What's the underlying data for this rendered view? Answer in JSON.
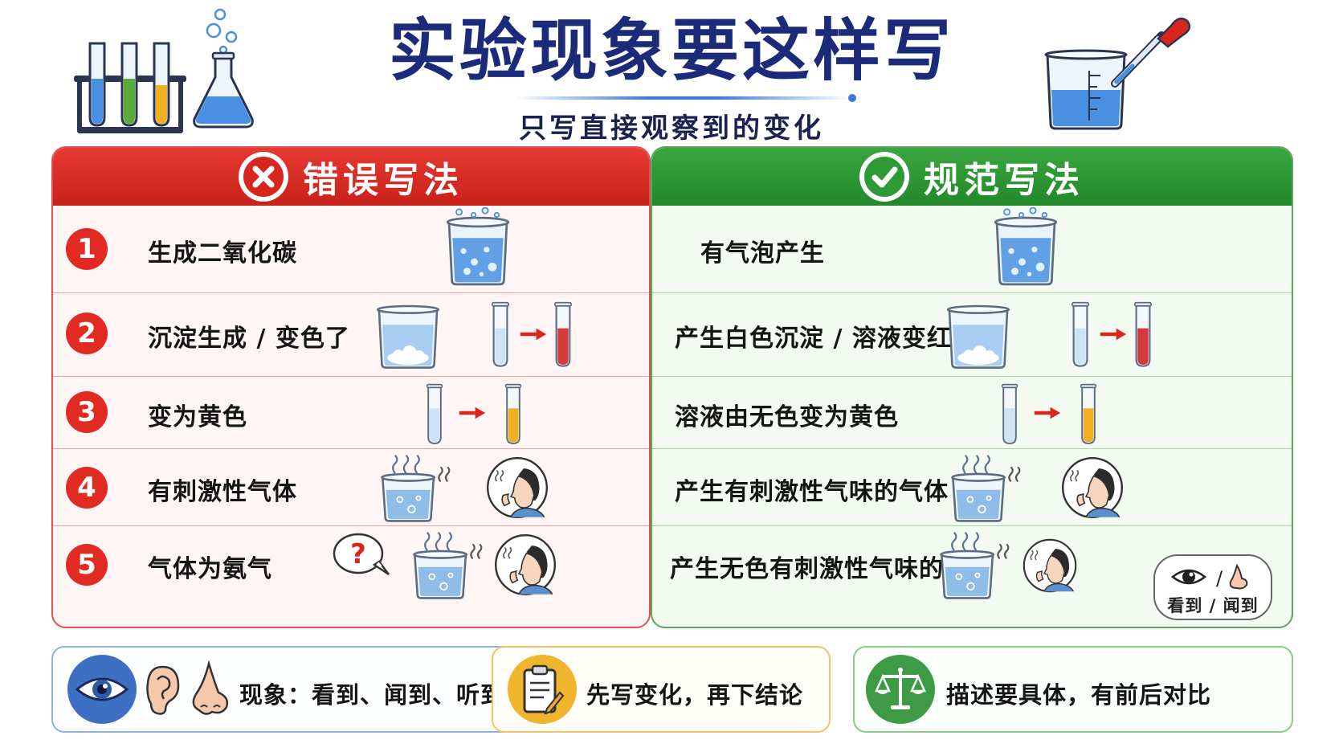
{
  "title": "实验现象要这样写",
  "subtitle": "只写直接观察到的变化",
  "wrong_panel": {
    "header": "错误写法",
    "rows": [
      {
        "num": "1",
        "text": "生成二氧化碳"
      },
      {
        "num": "2",
        "text": "沉淀生成 / 变色了"
      },
      {
        "num": "3",
        "text": "变为黄色"
      },
      {
        "num": "4",
        "text": "有刺激性气体"
      },
      {
        "num": "5",
        "text": "气体为氨气"
      }
    ],
    "question_mark": "?"
  },
  "right_panel": {
    "header": "规范写法",
    "rows": [
      {
        "text": "有气泡产生"
      },
      {
        "text": "产生白色沉淀 / 溶液变红色"
      },
      {
        "text": "溶液由无色变为黄色"
      },
      {
        "text": "产生有刺激性气味的气体"
      },
      {
        "text": "产生无色有刺激性气味的气体"
      }
    ],
    "bubble_slash": "/",
    "bubble_label": "看到 / 闻到"
  },
  "tips": [
    {
      "text": "现象：看到、闻到、听到"
    },
    {
      "text": "先写变化，再下结论"
    },
    {
      "text": "描述要具体，有前后对比"
    }
  ],
  "colors": {
    "title": "#1b2b7a",
    "wrong": "#d9261f",
    "right": "#2e9a35",
    "liquid_blue": "#4a90e2",
    "liquid_red": "#d43a3a",
    "liquid_yellow": "#f0b020",
    "liquid_green": "#5aab3a"
  },
  "icons": [
    "test-tube-rack-icon",
    "flask-icon",
    "beaker-dropper-icon",
    "x-circle-icon",
    "check-circle-icon",
    "beaker-bubbles-icon",
    "beaker-precipitate-icon",
    "test-tube-icon",
    "arrow-right-icon",
    "steaming-beaker-icon",
    "smelling-person-icon",
    "question-bubble-icon",
    "eye-icon",
    "ear-icon",
    "nose-icon",
    "clipboard-icon",
    "scale-icon"
  ]
}
